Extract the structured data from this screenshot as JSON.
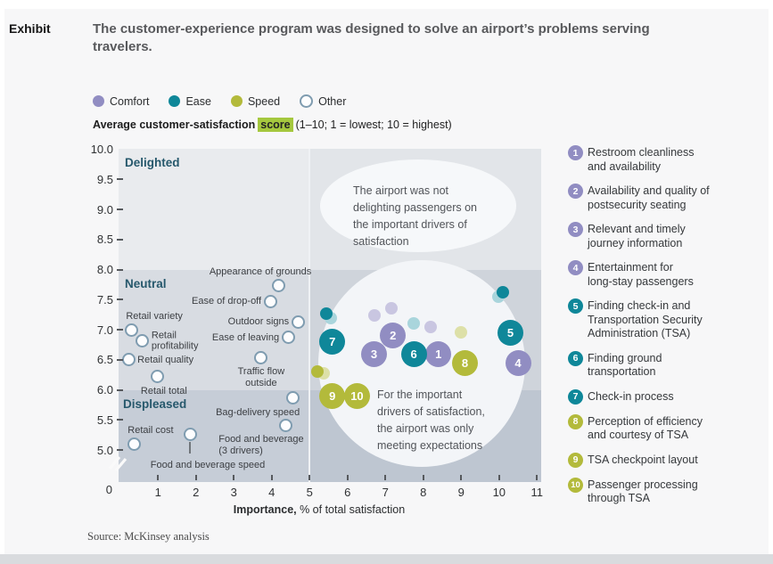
{
  "page": {
    "exhibit_label": "Exhibit",
    "title": "The customer-experience program was designed to solve an airport’s problems serving travelers.",
    "source": "Source: McKinsey analysis"
  },
  "category_legend": [
    {
      "key": "comfort",
      "label": "Comfort"
    },
    {
      "key": "ease",
      "label": "Ease"
    },
    {
      "key": "speed",
      "label": "Speed"
    },
    {
      "key": "other",
      "label": "Other"
    }
  ],
  "subtitle": {
    "bold": "Average customer-satisfaction",
    "highlight": "score",
    "rest": "(1–10; 1 = lowest; 10 = highest)",
    "highlight_color": "#a5c83e"
  },
  "chart_data": {
    "type": "scatter",
    "xlabel_bold": "Importance,",
    "xlabel_rest": " % of total satisfaction",
    "ylabel": "Average customer-satisfaction score (1–10; 1 = lowest; 10 = highest)",
    "xlim": [
      0,
      11.15
    ],
    "ylim": [
      5,
      10
    ],
    "y_axis_break": true,
    "x_ticks": [
      1,
      2,
      3,
      4,
      5,
      6,
      7,
      8,
      9,
      10,
      11
    ],
    "y_ticks": [
      "10.0",
      "9.5",
      "9.0",
      "8.5",
      "8.0",
      "7.5",
      "7.0",
      "6.5",
      "6.0",
      "5.5",
      "5.0"
    ],
    "y_origin_label": "0",
    "quadrant_divider_x": 5,
    "category_colors": {
      "comfort": "#918dc2",
      "ease": "#0f8799",
      "speed": "#b3ba3b"
    },
    "muted_colors": {
      "teal": "#0f8799",
      "teal_light": "#a9d5dc",
      "purple_light": "#c9c6e1",
      "olive": "#b3ba3b",
      "olive_light": "#dde0a8"
    },
    "other_dot_border": "#7f9cb0",
    "zones": [
      {
        "label": "Delighted",
        "score_range": [
          8,
          10
        ],
        "color_left": "#e9ebee",
        "color_right": "#e2e5e9"
      },
      {
        "label": "Neutral",
        "score_range": [
          6,
          8
        ],
        "color_left": "#d8dce2",
        "color_right": "#cfd4db"
      },
      {
        "label": "Displeased",
        "score_range": [
          0,
          6
        ],
        "color_left": "#c6cdd7",
        "color_right": "#bec6d1"
      }
    ],
    "annotations": [
      {
        "id": "top",
        "text": "The airport was not\ndelighting passengers on\nthe important drivers of\nsatisfaction"
      },
      {
        "id": "bottom",
        "text": "For the important\ndrivers of satisfaction,\nthe airport was only\nmeeting expectations"
      }
    ],
    "drivers": [
      {
        "n": 1,
        "label": "Restroom cleanliness\nand availability",
        "category": "comfort",
        "x": 8.4,
        "y": 6.6
      },
      {
        "n": 2,
        "label": "Availability and quality of\npostsecurity seating",
        "category": "comfort",
        "x": 7.2,
        "y": 6.9
      },
      {
        "n": 3,
        "label": "Relevant and timely\njourney information",
        "category": "comfort",
        "x": 6.7,
        "y": 6.6
      },
      {
        "n": 4,
        "label": "Entertainment for\nlong-stay passengers",
        "category": "comfort",
        "x": 10.5,
        "y": 6.45
      },
      {
        "n": 5,
        "label": "Finding check-in and\nTransportation Security\nAdministration (TSA)",
        "category": "ease",
        "x": 10.3,
        "y": 6.95
      },
      {
        "n": 6,
        "label": "Finding ground\ntransportation",
        "category": "ease",
        "x": 7.75,
        "y": 6.6
      },
      {
        "n": 7,
        "label": "Check-in process",
        "category": "ease",
        "x": 5.6,
        "y": 6.8
      },
      {
        "n": 8,
        "label": "Perception of efficiency\nand courtesy of TSA",
        "category": "speed",
        "x": 9.1,
        "y": 6.45
      },
      {
        "n": 9,
        "label": "TSA checkpoint layout",
        "category": "speed",
        "x": 5.6,
        "y": 5.9
      },
      {
        "n": 10,
        "label": "Passenger processing\nthrough TSA",
        "category": "speed",
        "x": 6.25,
        "y": 5.9
      }
    ],
    "other_points": [
      {
        "label": "Appearance of grounds",
        "x": 4.17,
        "y": 7.74,
        "lp": "a",
        "dx": -20
      },
      {
        "label": "Ease of drop-off",
        "x": 3.96,
        "y": 7.47,
        "lp": "l"
      },
      {
        "label": "Retail variety",
        "x": 0.29,
        "y": 6.99,
        "lp": "a",
        "dx": 26
      },
      {
        "label": "Retail\nprofitability",
        "x": 0.59,
        "y": 6.81,
        "lp": "r"
      },
      {
        "label": "Outdoor signs",
        "x": 4.69,
        "y": 7.13,
        "lp": "l"
      },
      {
        "label": "Ease of leaving",
        "x": 4.43,
        "y": 6.87,
        "lp": "l"
      },
      {
        "label": "Retail quality",
        "x": 0.22,
        "y": 6.5,
        "lp": "r"
      },
      {
        "label": "Traffic flow\noutside",
        "x": 3.72,
        "y": 6.54,
        "lp": "b"
      },
      {
        "label": "Retail total",
        "x": 0.99,
        "y": 6.22,
        "lp": "b",
        "dx": 7
      },
      {
        "label": "Bag-delivery speed",
        "x": 4.55,
        "y": 5.86,
        "lp": "b",
        "dx": -39
      },
      {
        "label": "Retail cost",
        "x": 0.38,
        "y": 5.1,
        "lp": "a",
        "dx": 18
      },
      {
        "label": "Food and beverage\n(3 drivers)",
        "x": 4.38,
        "y": 5.41,
        "lp": "b",
        "dx": -28,
        "ta": "left"
      },
      {
        "label": "Food and beverage speed",
        "x": 1.84,
        "y": 5.26,
        "lp": "b",
        "dx": 20,
        "dy": 19,
        "connector": true
      }
    ],
    "minor_points": [
      {
        "x": 5.56,
        "y": 7.19,
        "color": "teal_light"
      },
      {
        "x": 5.44,
        "y": 7.27,
        "color": "teal"
      },
      {
        "x": 6.7,
        "y": 7.24,
        "color": "purple_light"
      },
      {
        "x": 7.16,
        "y": 7.36,
        "color": "purple_light"
      },
      {
        "x": 7.74,
        "y": 7.1,
        "color": "teal_light"
      },
      {
        "x": 8.2,
        "y": 7.04,
        "color": "purple_light"
      },
      {
        "x": 9.0,
        "y": 6.95,
        "color": "olive_light"
      },
      {
        "x": 9.98,
        "y": 7.55,
        "color": "teal_light"
      },
      {
        "x": 10.1,
        "y": 7.62,
        "color": "teal"
      },
      {
        "x": 5.37,
        "y": 6.28,
        "color": "olive_light"
      },
      {
        "x": 5.2,
        "y": 6.31,
        "color": "olive"
      }
    ]
  }
}
